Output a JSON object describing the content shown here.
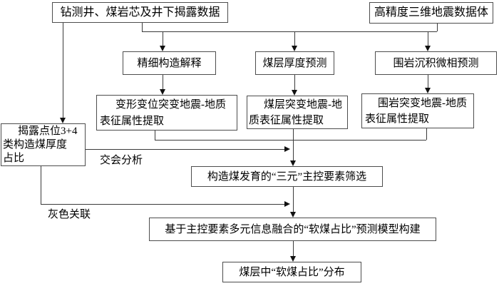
{
  "diagram": {
    "boxes": {
      "drilling": {
        "label": "钻测井、煤岩芯及井下揭露数据"
      },
      "seismic": {
        "label": "高精度三维地震数据体"
      },
      "structure_interp": {
        "label": "精细构造解释"
      },
      "thickness_pred": {
        "label": "煤层厚度预测"
      },
      "facies_pred": {
        "label": "围岩沉积微相预测"
      },
      "deform_attr": {
        "lines": [
          "变形变位突变地震-地质",
          "表征属性提取"
        ]
      },
      "coal_attr": {
        "lines": [
          "煤层突变地震-地",
          "质表征属性提取"
        ]
      },
      "rock_attr": {
        "lines": [
          "围岩突变地震-地质",
          "表征属性提取"
        ]
      },
      "exposure": {
        "lines": [
          "揭露点位3+4",
          "类构造煤厚度",
          "占比"
        ]
      },
      "screening": {
        "label": "构造煤发育的“三元”主控要素筛选"
      },
      "model": {
        "label": "基于主控要素多元信息融合的“软煤占比”预测模型构建"
      },
      "distribution": {
        "label": "煤层中“软煤占比”分布"
      }
    },
    "edge_labels": {
      "crossplot": "交会分析",
      "grey_relation": "灰色关联"
    },
    "colors": {
      "background": "#ffffff",
      "box_border": "#4d4d4d",
      "line": "#3a3a3a",
      "text": "#000000"
    }
  }
}
